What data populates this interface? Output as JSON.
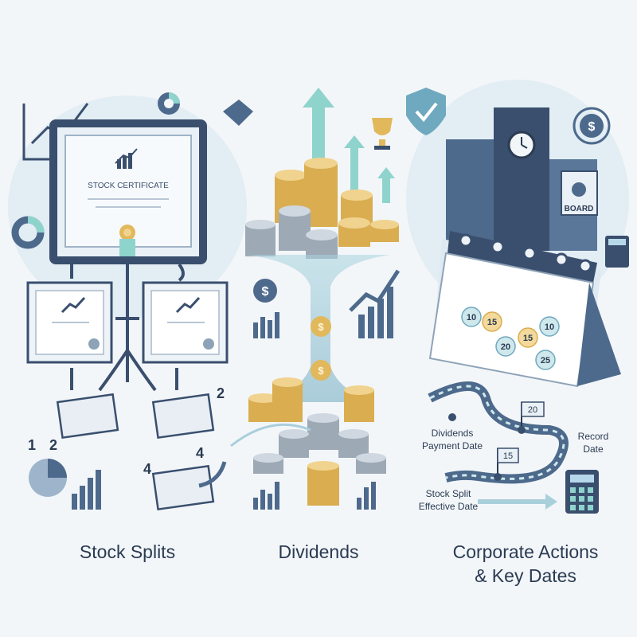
{
  "certificate": {
    "title": "STOCK CERTIFICATE"
  },
  "board_sign": "BOARD",
  "split_numbers": {
    "left_one": "1",
    "left_two": "2",
    "right_two": "2",
    "right_four_a": "4",
    "right_four_b": "4"
  },
  "calendar": {
    "dates": [
      "10",
      "15",
      "15",
      "10",
      "20",
      "25"
    ]
  },
  "timeline": {
    "flag_20": "20",
    "flag_15": "15",
    "dividends_payment_date": [
      "Dividends",
      "Payment Date"
    ],
    "record_date": [
      "Record",
      "Date"
    ],
    "stock_split_effective_date": [
      "Stock Split",
      "Effective Date"
    ]
  },
  "captions": {
    "stock_splits": "Stock Splits",
    "dividends": "Dividends",
    "corporate_actions_line1": "Corporate Actions",
    "corporate_actions_line2": "& Key Dates"
  },
  "icons": {
    "dollar_symbol": "$"
  },
  "colors": {
    "navy": "#3a4f6e",
    "teal": "#8fd3cd",
    "gold": "#e2b85c",
    "silver": "#b9c3cf",
    "light_blue": "#d7e6f0"
  }
}
